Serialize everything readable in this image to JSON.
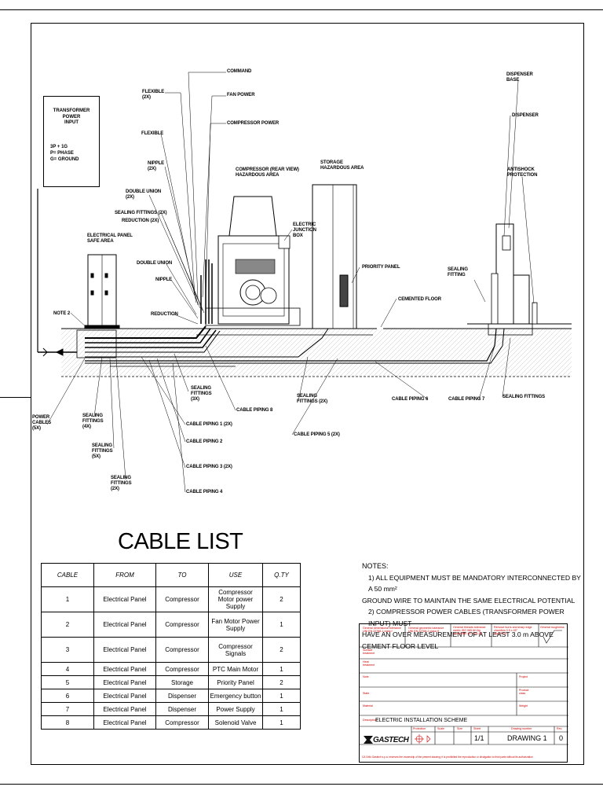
{
  "drawing_labels": {
    "command": "COMMAND",
    "flexible_2x": "FLEXIBLE\n(2X)",
    "fan_power": "FAN POWER",
    "compressor_power": "COMPRESSOR POWER",
    "flexible": "FLEXIBLE",
    "nipple_2x": "NIPPLE\n(2X)",
    "double_union_2x": "DOUBLE UNION\n(2X)",
    "sealing_fittings_2x_top": "SEALING FITTINGS (2X)",
    "reduction_2x": "REDUCTION (2X)",
    "electrical_panel": "ELECTRICAL PANEL\nSAFE AREA",
    "double_union": "DOUBLE UNION",
    "nipple": "NIPPLE",
    "reduction": "REDUCTION",
    "note2": "NOTE 2",
    "compressor_rear": "COMPRESSOR (REAR VIEW)\nHAZARDOUS AREA",
    "electric_junction_box": "ELECTRIC\nJUNCTION\nBOX",
    "storage": "STORAGE\nHAZARDOUS AREA",
    "priority_panel": "PRIORITY PANEL",
    "cemented_floor": "CEMENTED FLOOR",
    "dispenser_base": "DISPENSER\nBASE",
    "dispenser": "DISPENSER",
    "antishock": "ANTISHOCK\nPROTECTION",
    "sealing_fitting": "SEALING\nFITTING",
    "sealing_fittings_3x": "SEALING\nFITTINGS\n(3X)",
    "cable_piping_8": "CABLE PIPING 8",
    "sealing_fittings_2x_mid": "SEALING\nFITTINGS (2X)",
    "cable_piping_6": "CABLE PIPING 6",
    "cable_piping_7": "CABLE PIPING 7",
    "sealing_fittings_right": "SEALING FITTINGS",
    "power_cables": "POWER\nCABLES\n(5X)",
    "sealing_fittings_4x": "SEALING\nFITTINGS\n(4X)",
    "cable_piping_1": "CABLE PIPING 1 (2X)",
    "cable_piping_5": "CABLE PIPING 5 (2X)",
    "cable_piping_2": "CABLE PIPING 2",
    "sealing_fittings_5x": "SEALING\nFITTINGS\n(5X)",
    "cable_piping_3": "CABLE PIPING 3 (2X)",
    "sealing_fittings_2x_low": "SEALING\nFITTINGS\n(2X)",
    "cable_piping_4": "CABLE PIPING 4"
  },
  "transformer": {
    "title": "TRANSFORMER\nPOWER\nINPUT",
    "lines": "3P + 1G\nP= PHASE\nG= GROUND"
  },
  "cable_list": {
    "title": "CABLE LIST",
    "headers": [
      "CABLE",
      "FROM",
      "TO",
      "USE",
      "Q.TY"
    ],
    "rows": [
      [
        "1",
        "Electrical Panel",
        "Compressor",
        "Compressor Motor power Supply",
        "2"
      ],
      [
        "2",
        "Electrical Panel",
        "Compressor",
        "Fan Motor Power Supply",
        "1"
      ],
      [
        "3",
        "Electrical Panel",
        "Compressor",
        "Compressor Signals",
        "2"
      ],
      [
        "4",
        "Electrical Panel",
        "Compressor",
        "PTC Main Motor",
        "1"
      ],
      [
        "5",
        "Electrical Panel",
        "Storage",
        "Priority Panel",
        "2"
      ],
      [
        "6",
        "Electrical Panel",
        "Dispenser",
        "Emergency button",
        "1"
      ],
      [
        "7",
        "Electrical Panel",
        "Dispenser",
        "Power Supply",
        "1"
      ],
      [
        "8",
        "Electrical Panel",
        "Compressor",
        "Solenoid Valve",
        "1"
      ]
    ]
  },
  "notes": {
    "heading": "NOTES:",
    "n1a": "1)    ALL EQUIPMENT MUST BE MANDATORY INTERCONNECTED BY A 50 mm²",
    "n1b": "GROUND WIRE TO MAINTAIN THE SAME ELECTRICAL POTENTIAL",
    "n2a": "2)    COMPRESSOR POWER CABLES (TRANSFORMER POWER INPUT) MUST",
    "n2b": "HAVE AN OVER MEASUREMENT OF AT LEAST 3.0 m ABOVE CEMENT FLOOR LEVEL"
  },
  "title_block": {
    "dim_tol": "General dimensional tolerance\nUNI EN 22768-1 class f",
    "geo_tol": "General geometric tolerance\nUNI EN 22768-2 class H",
    "thread_tol": "General threads tolerance\nmetric ISO 965 6H-6g\ninch ASME B1.1 2A-2B",
    "edges": "Remove burrs and sharp edge\nchamfers 0.5 x 45°\nrays R 0.3",
    "roughness": "General roughness",
    "surface": "Surface\ntreatment",
    "heat": "Heat\ntreatment",
    "note": "Note",
    "project": "Project",
    "state": "State",
    "product_class": "Product\nclass",
    "material": "Material",
    "weight": "Weight",
    "description_label": "Description",
    "description": "ELECTRIC INSTALLATION SCHEME",
    "logo": "GASTECH",
    "protection": "Protection",
    "scale": "Scale",
    "size": "Size",
    "sheet_label": "Sheet",
    "drawing_number_label": "Drawing number",
    "rev_label": "Rev.",
    "sheet": "1/1",
    "drawing_number": "DRAWING 1",
    "rev": "0",
    "copyright": "CA Grifo Gastech s.p.a. reserves the ownership of the present drawing; it is prohibited the reproduction or divulgation to third parts without its authorization"
  },
  "colors": {
    "line": "#000000",
    "hatch": "#333333",
    "title_block_red": "#cc0000"
  }
}
